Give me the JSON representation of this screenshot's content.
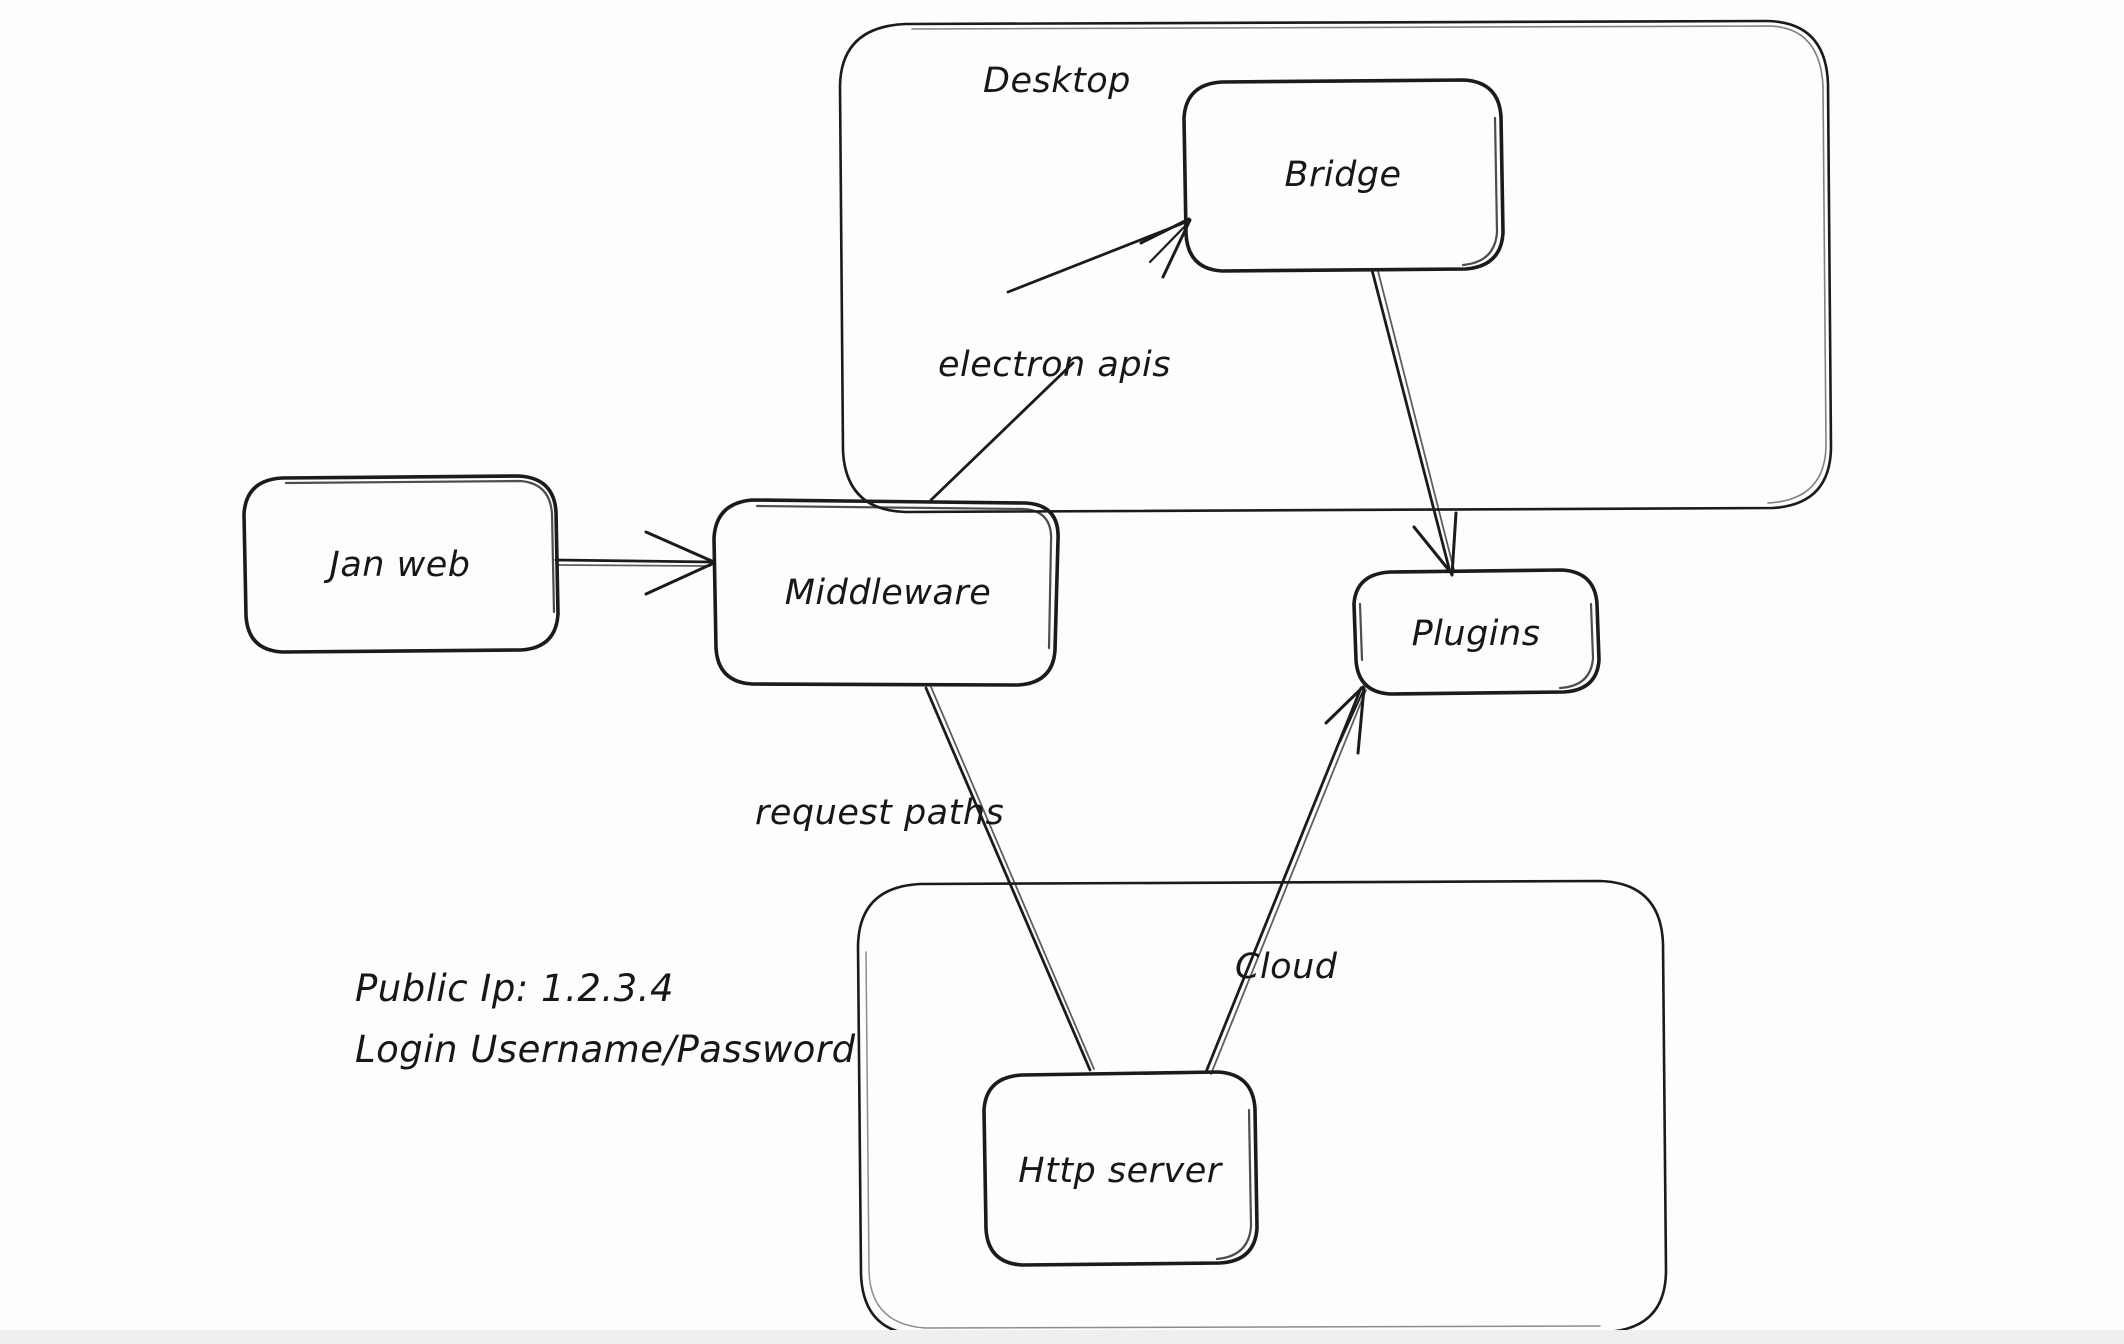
{
  "diagram": {
    "title": "Jan application architecture sketch",
    "style": "hand-drawn whiteboard",
    "ink_color": "#1b1b1b",
    "background_color": "#fdfdfd",
    "groups": [
      {
        "id": "desktop",
        "label": "Desktop"
      },
      {
        "id": "cloud",
        "label": ""
      }
    ],
    "nodes": [
      {
        "id": "jan-web",
        "label": "Jan web"
      },
      {
        "id": "middleware",
        "label": "Middleware"
      },
      {
        "id": "bridge",
        "label": "Bridge"
      },
      {
        "id": "plugins",
        "label": "Plugins"
      },
      {
        "id": "http-server",
        "label": "Http server"
      }
    ],
    "edges": [
      {
        "id": "e-janweb-middleware",
        "label": "",
        "from": "jan-web",
        "to": "middleware",
        "arrow": true
      },
      {
        "id": "e-middleware-bridge",
        "label": "electron apis",
        "from": "middleware",
        "to": "bridge",
        "arrow": true
      },
      {
        "id": "e-bridge-plugins",
        "label": "",
        "from": "bridge",
        "to": "plugins",
        "arrow": true
      },
      {
        "id": "e-middleware-http",
        "label": "request paths",
        "from": "middleware",
        "to": "http-server",
        "arrow": false
      },
      {
        "id": "e-http-plugins",
        "label": "Cloud",
        "from": "http-server",
        "to": "plugins",
        "arrow": true
      }
    ],
    "notes": {
      "public_ip_line": "Public Ip: 1.2.3.4",
      "login_line": "Login Username/Password"
    }
  }
}
